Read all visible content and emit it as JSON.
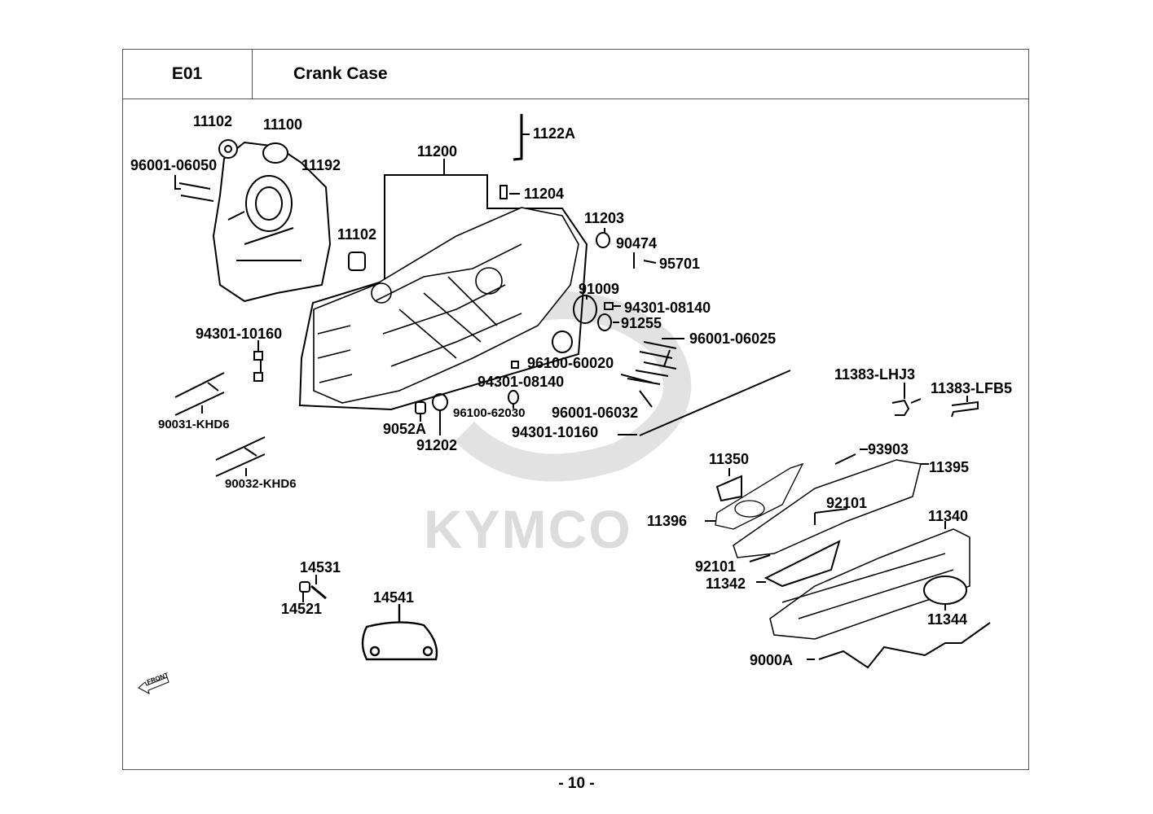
{
  "header": {
    "section_code": "E01",
    "section_title": "Crank Case"
  },
  "page_number": "- 10 -",
  "watermark": "KYMCO",
  "front_marker": "FRONT",
  "colors": {
    "ink": "#000000",
    "frame": "#555555",
    "watermark": "#dcdcdc"
  },
  "labels": [
    {
      "id": "11102a",
      "text": "11102"
    },
    {
      "id": "11100",
      "text": "11100"
    },
    {
      "id": "96001-06050",
      "text": "96001-06050"
    },
    {
      "id": "11192",
      "text": "11192"
    },
    {
      "id": "11200",
      "text": "11200"
    },
    {
      "id": "1122A",
      "text": "1122A"
    },
    {
      "id": "11204",
      "text": "11204"
    },
    {
      "id": "11102b",
      "text": "11102"
    },
    {
      "id": "11203",
      "text": "11203"
    },
    {
      "id": "90474",
      "text": "90474"
    },
    {
      "id": "95701",
      "text": "95701"
    },
    {
      "id": "91009",
      "text": "91009"
    },
    {
      "id": "94301-08140a",
      "text": "94301-08140"
    },
    {
      "id": "91255",
      "text": "91255"
    },
    {
      "id": "96001-06025",
      "text": "96001-06025"
    },
    {
      "id": "94301-10160a",
      "text": "94301-10160"
    },
    {
      "id": "96100-60020",
      "text": "96100-60020"
    },
    {
      "id": "94301-08140b",
      "text": "94301-08140"
    },
    {
      "id": "96100-62030",
      "text": "96100-62030"
    },
    {
      "id": "96001-06032",
      "text": "96001-06032"
    },
    {
      "id": "94301-10160b",
      "text": "94301-10160"
    },
    {
      "id": "9052A",
      "text": "9052A"
    },
    {
      "id": "91202",
      "text": "91202"
    },
    {
      "id": "90031-KHD6",
      "text": "90031-KHD6"
    },
    {
      "id": "90032-KHD6",
      "text": "90032-KHD6"
    },
    {
      "id": "11383-LHJ3",
      "text": "11383-LHJ3"
    },
    {
      "id": "11383-LFB5",
      "text": "11383-LFB5"
    },
    {
      "id": "11350",
      "text": "11350"
    },
    {
      "id": "93903",
      "text": "93903"
    },
    {
      "id": "11395",
      "text": "11395"
    },
    {
      "id": "92101a",
      "text": "92101"
    },
    {
      "id": "11396",
      "text": "11396"
    },
    {
      "id": "11340",
      "text": "11340"
    },
    {
      "id": "92101b",
      "text": "92101"
    },
    {
      "id": "11342",
      "text": "11342"
    },
    {
      "id": "11344",
      "text": "11344"
    },
    {
      "id": "9000A",
      "text": "9000A"
    },
    {
      "id": "14531",
      "text": "14531"
    },
    {
      "id": "14521",
      "text": "14521"
    },
    {
      "id": "14541",
      "text": "14541"
    }
  ]
}
